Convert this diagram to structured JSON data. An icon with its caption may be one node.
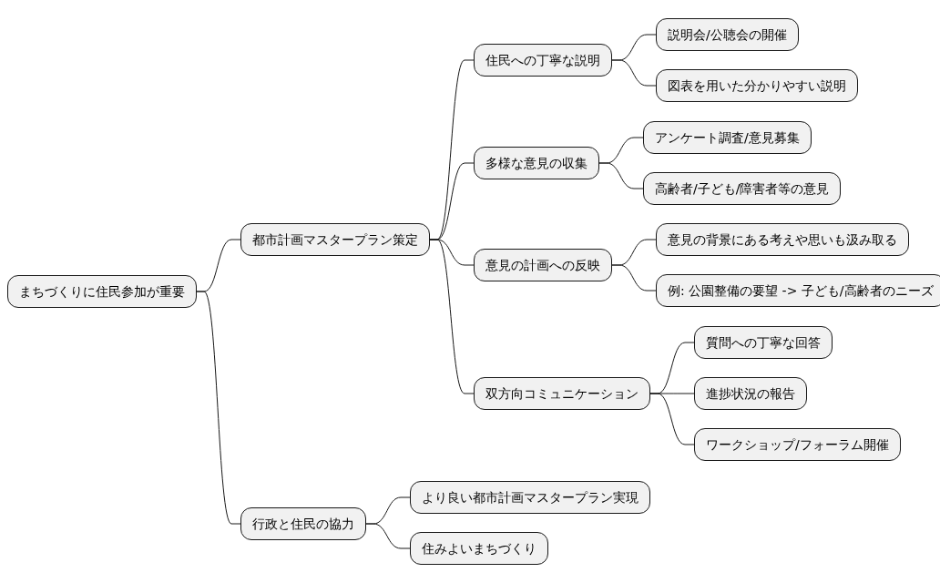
{
  "diagram": {
    "nodes": [
      {
        "text": [
          "まちづくりに住民参加が重要"
        ]
      },
      {
        "text": [
          "都市計画マスタープラン策定"
        ]
      },
      {
        "text": [
          "住民への丁寧な説明"
        ]
      },
      {
        "text": [
          "説明会/公聴会の開催"
        ]
      },
      {
        "text": [
          "図表を用いた分かりやすい説明"
        ]
      },
      {
        "text": [
          "多様な意見の収集"
        ]
      },
      {
        "text": [
          "アンケート調査/意見募集"
        ]
      },
      {
        "text": [
          "高齢者/子ども/障害者等の意見"
        ]
      },
      {
        "text": [
          "意見の計画への反映"
        ]
      },
      {
        "text": [
          "意見の背景にある考えや思いも汲み取る"
        ]
      },
      {
        "text": [
          "例: 公園整備の要望 -> 子ども/高齢者のニーズ"
        ]
      },
      {
        "text": [
          "双方向コミュニケーション"
        ]
      },
      {
        "text": [
          "質問への丁寧な回答"
        ]
      },
      {
        "text": [
          "進捗状況の報告"
        ]
      },
      {
        "text": [
          "ワークショップ/フォーラム開催"
        ]
      },
      {
        "text": [
          "行政と住民の協力"
        ]
      },
      {
        "text": [
          "より良い都市計画マスタープラン実現"
        ]
      },
      {
        "text": [
          "住みよいまちづくり"
        ]
      }
    ],
    "edges": [
      {
        "from": 0,
        "to": 1,
        "arrow": "none"
      },
      {
        "from": 1,
        "to": 2,
        "arrow": "none"
      },
      {
        "from": 2,
        "to": 3,
        "arrow": "none"
      },
      {
        "from": 2,
        "to": 4,
        "arrow": "none"
      },
      {
        "from": 1,
        "to": 5,
        "arrow": "none"
      },
      {
        "from": 5,
        "to": 6,
        "arrow": "none"
      },
      {
        "from": 5,
        "to": 7,
        "arrow": "none"
      },
      {
        "from": 1,
        "to": 8,
        "arrow": "none"
      },
      {
        "from": 8,
        "to": 9,
        "arrow": "none"
      },
      {
        "from": 8,
        "to": 10,
        "arrow": "none"
      },
      {
        "from": 1,
        "to": 11,
        "arrow": "none"
      },
      {
        "from": 11,
        "to": 12,
        "arrow": "none"
      },
      {
        "from": 11,
        "to": 13,
        "arrow": "none"
      },
      {
        "from": 11,
        "to": 14,
        "arrow": "none"
      },
      {
        "from": 0,
        "to": 15,
        "arrow": "none"
      },
      {
        "from": 15,
        "to": 16,
        "arrow": "none"
      },
      {
        "from": 15,
        "to": 17,
        "arrow": "none"
      }
    ]
  }
}
